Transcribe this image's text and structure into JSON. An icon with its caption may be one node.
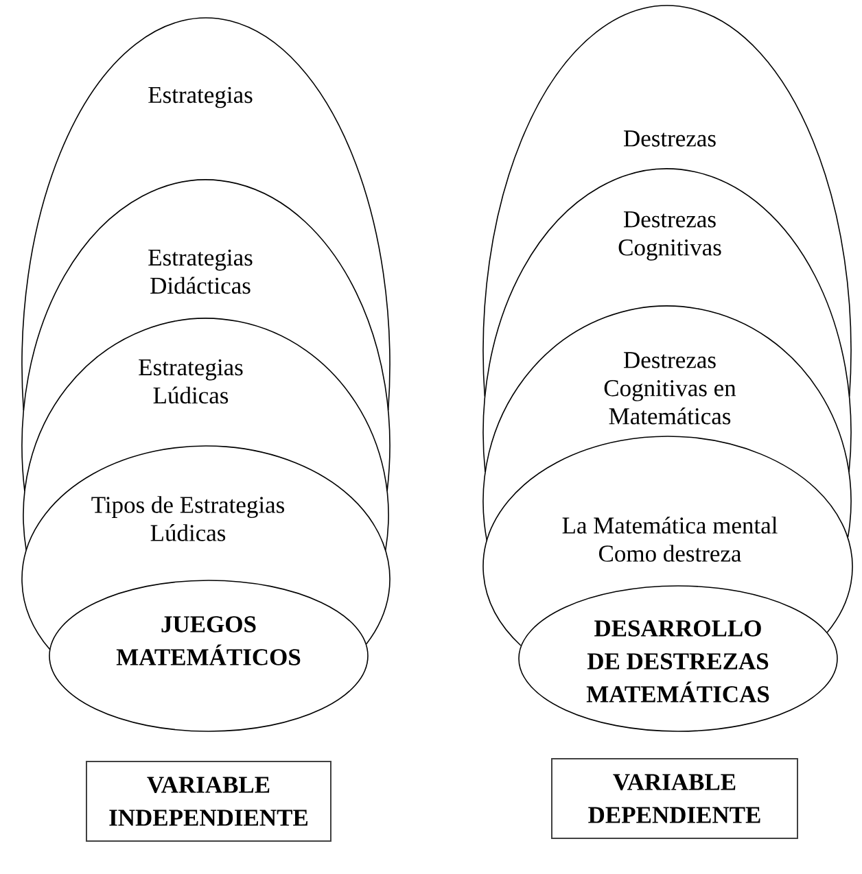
{
  "diagram": {
    "nodes": [
      {
        "text": [
          "Estrategias"
        ]
      },
      {
        "text": [
          "Estrategias Didácticas"
        ]
      },
      {
        "text": [
          "Estrategias Lúdicas"
        ]
      },
      {
        "text": [
          "Tipos de Estrategias Lúdicas"
        ]
      },
      {
        "text": [
          "JUEGOS MATEMÁTICOS"
        ]
      },
      {
        "text": [
          "VARIABLE INDEPENDIENTE"
        ]
      },
      {
        "text": [
          "Destrezas"
        ]
      },
      {
        "text": [
          "Destrezas Cognitivas"
        ]
      },
      {
        "text": [
          "Destrezas Cognitivas en Matemáticas"
        ]
      },
      {
        "text": [
          "La Matemática mental Como destreza"
        ]
      },
      {
        "text": [
          "DESARROLLO DE DESTREZAS MATEMÁTICAS"
        ]
      },
      {
        "text": [
          "VARIABLE DEPENDIENTE"
        ]
      }
    ]
  }
}
